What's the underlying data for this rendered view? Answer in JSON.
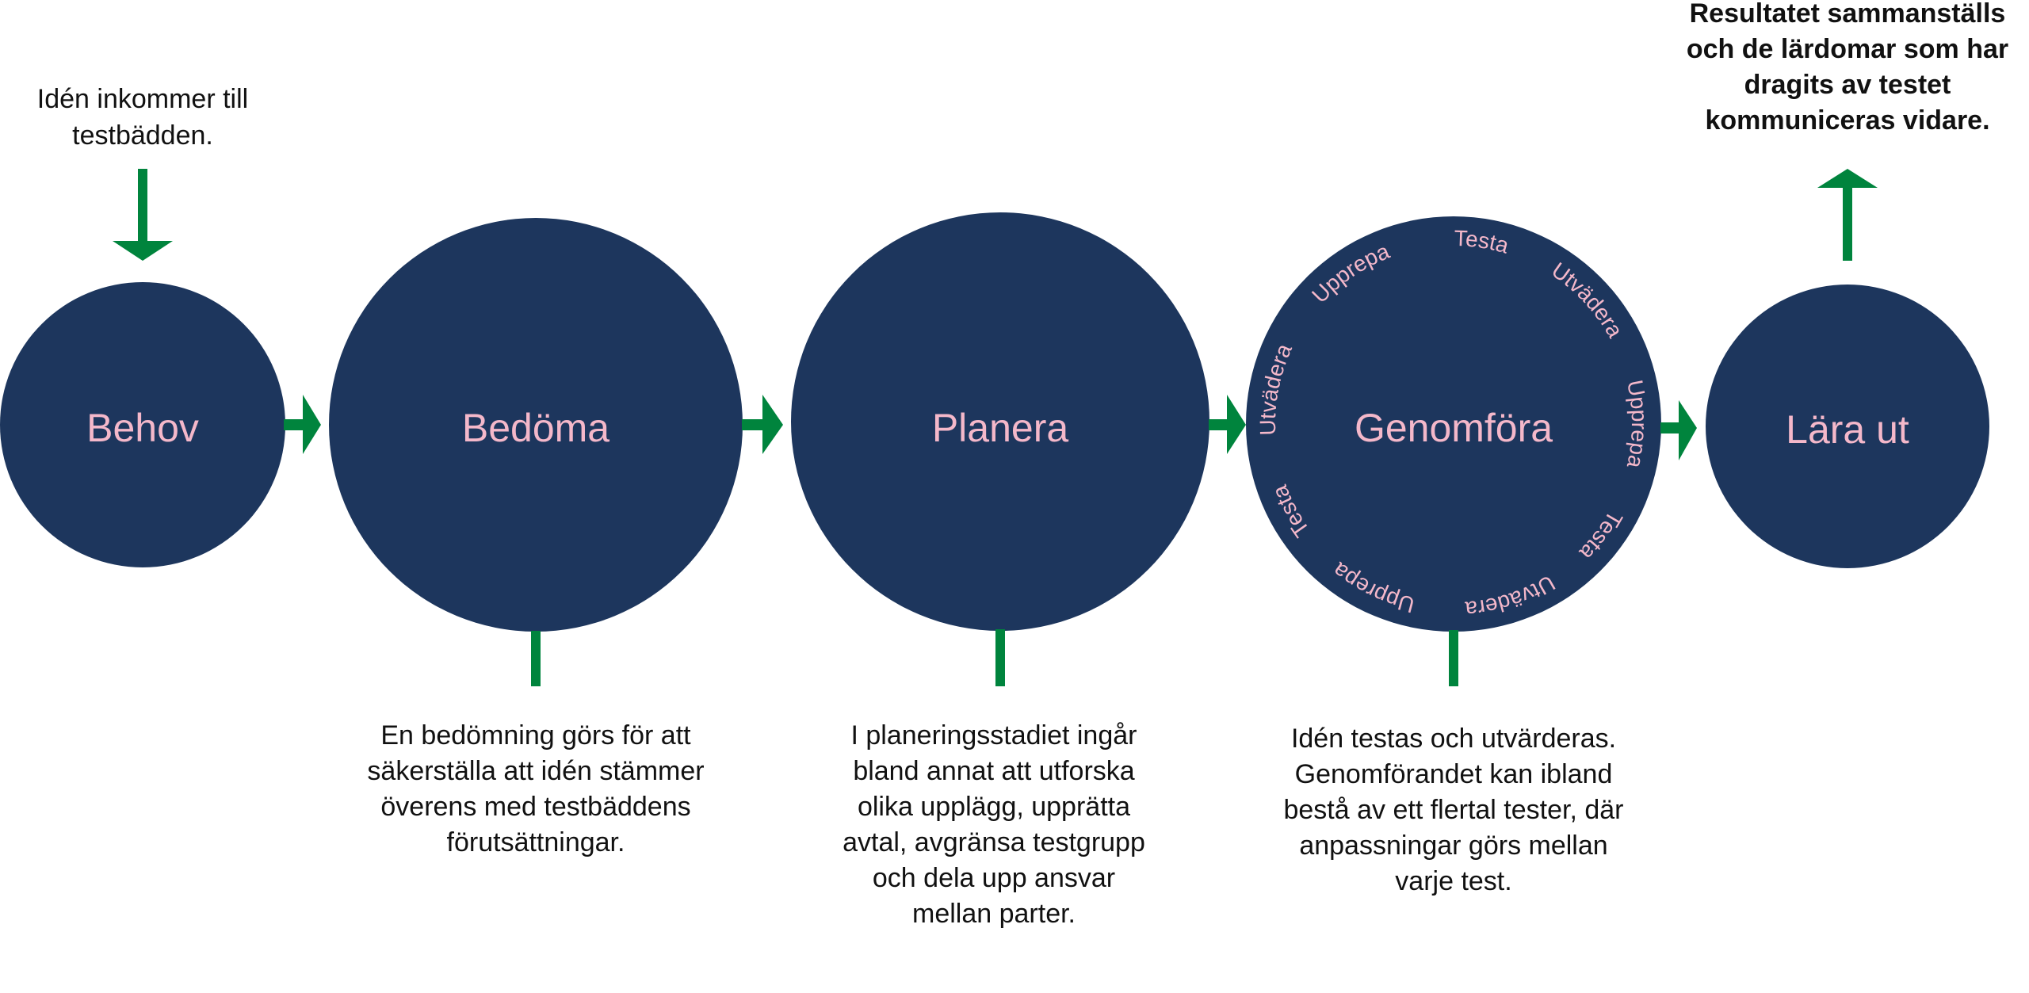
{
  "colors": {
    "circle": "#1d365d",
    "label": "#f4b8ca",
    "arrow": "#00843d",
    "text": "#111111"
  },
  "stages": [
    {
      "label": "Behov"
    },
    {
      "label": "Bedöma"
    },
    {
      "label": "Planera"
    },
    {
      "label": "Genomföra"
    },
    {
      "label": "Lära ut"
    }
  ],
  "ring_words": [
    "Testa",
    "Utvädera",
    "Upprepa",
    "Testa",
    "Utvädera",
    "Upprepa",
    "Testa",
    "Utvädera",
    "Upprepa"
  ],
  "descriptions": {
    "intake": [
      "Idén inkommer till",
      "testbädden."
    ],
    "bedoma": [
      "En bedömning görs för att",
      "säkerställa att idén stämmer",
      "överens med testbäddens",
      "förutsättningar."
    ],
    "planera": [
      "I planeringsstadiet ingår",
      "bland annat att utforska",
      "olika upplägg, upprätta",
      "avtal, avgränsa testgrupp",
      "och dela upp ansvar",
      "mellan parter."
    ],
    "genomfora": [
      "Idén testas och utvärderas.",
      "Genomförandet kan ibland",
      "bestå av ett flertal tester, där",
      "anpassningar görs mellan",
      "varje test."
    ],
    "lara_ut": [
      "Resultatet sammanställs",
      "och de lärdomar som har",
      "dragits av testet",
      "kommuniceras vidare."
    ]
  }
}
